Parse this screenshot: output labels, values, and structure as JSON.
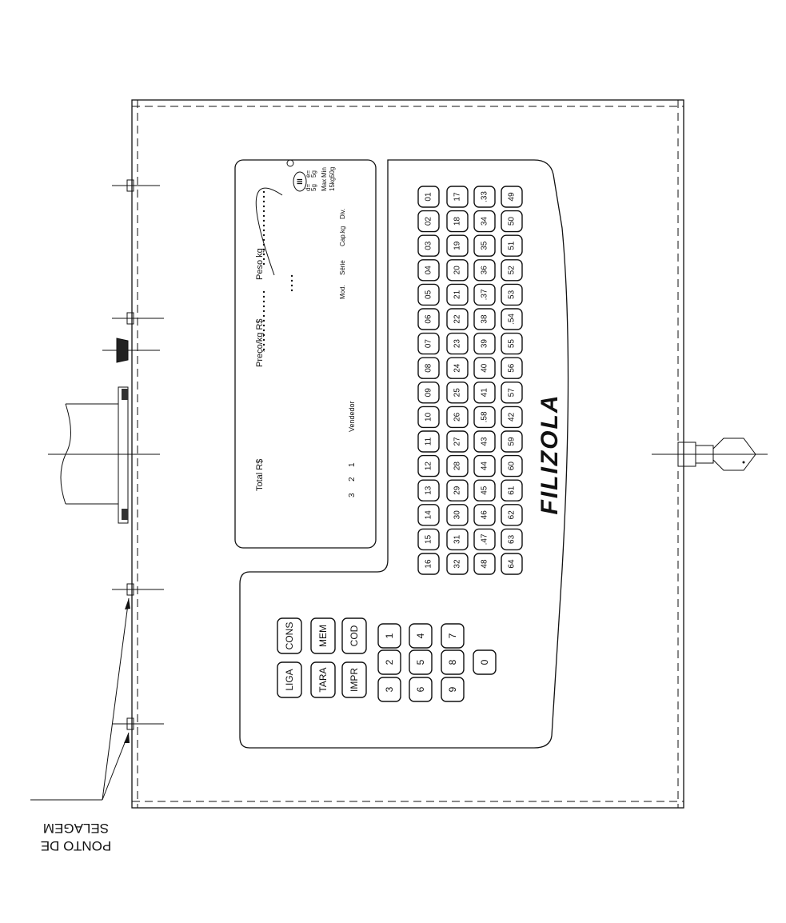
{
  "callout": {
    "line1": "PONTO DE",
    "line2": "SELAGEM"
  },
  "brand": "FILIZOLA",
  "display": {
    "total_label": "Total R$",
    "price_label": "Preço/kg R$",
    "weight_label": "Peso kg",
    "row_labels": [
      "Max",
      "Min",
      "d=",
      "e="
    ],
    "row_values": [
      "15kg",
      "50g",
      "5g",
      "5g"
    ],
    "spec_labels": [
      "Mod.",
      "Série",
      "Cap.kg",
      "Div."
    ],
    "operator_label": "Vendedor",
    "operator_numbers": [
      "1",
      "2",
      "3"
    ],
    "class_badge": "III"
  },
  "function_keys": [
    "LIGA",
    "TARA",
    "IMPR",
    "CONS",
    "MEM",
    "COD"
  ],
  "numeric_keys": [
    "3",
    "6",
    "9",
    "2",
    "5",
    "8",
    "1",
    "4",
    "7",
    "0"
  ],
  "plu_keys": [
    "01",
    "02",
    "03",
    "04",
    "05",
    "06",
    "07",
    "08",
    "09",
    "10",
    "11",
    "12",
    "13",
    "14",
    "15",
    "16",
    "17",
    "18",
    "19",
    "20",
    "21",
    "22",
    "23",
    "24",
    "25",
    "26",
    "27",
    "28",
    "29",
    "30",
    "31",
    "32",
    ".33",
    "34",
    "35",
    "36",
    ".37",
    "38",
    "39",
    "40",
    "41",
    ".58",
    "43",
    "44",
    "45",
    "46",
    ".47",
    "48",
    "49",
    "50",
    "51",
    "52",
    "53",
    ".54",
    "55",
    "56",
    "57",
    "42",
    "59",
    "60",
    "61",
    "62",
    "63",
    "64"
  ]
}
